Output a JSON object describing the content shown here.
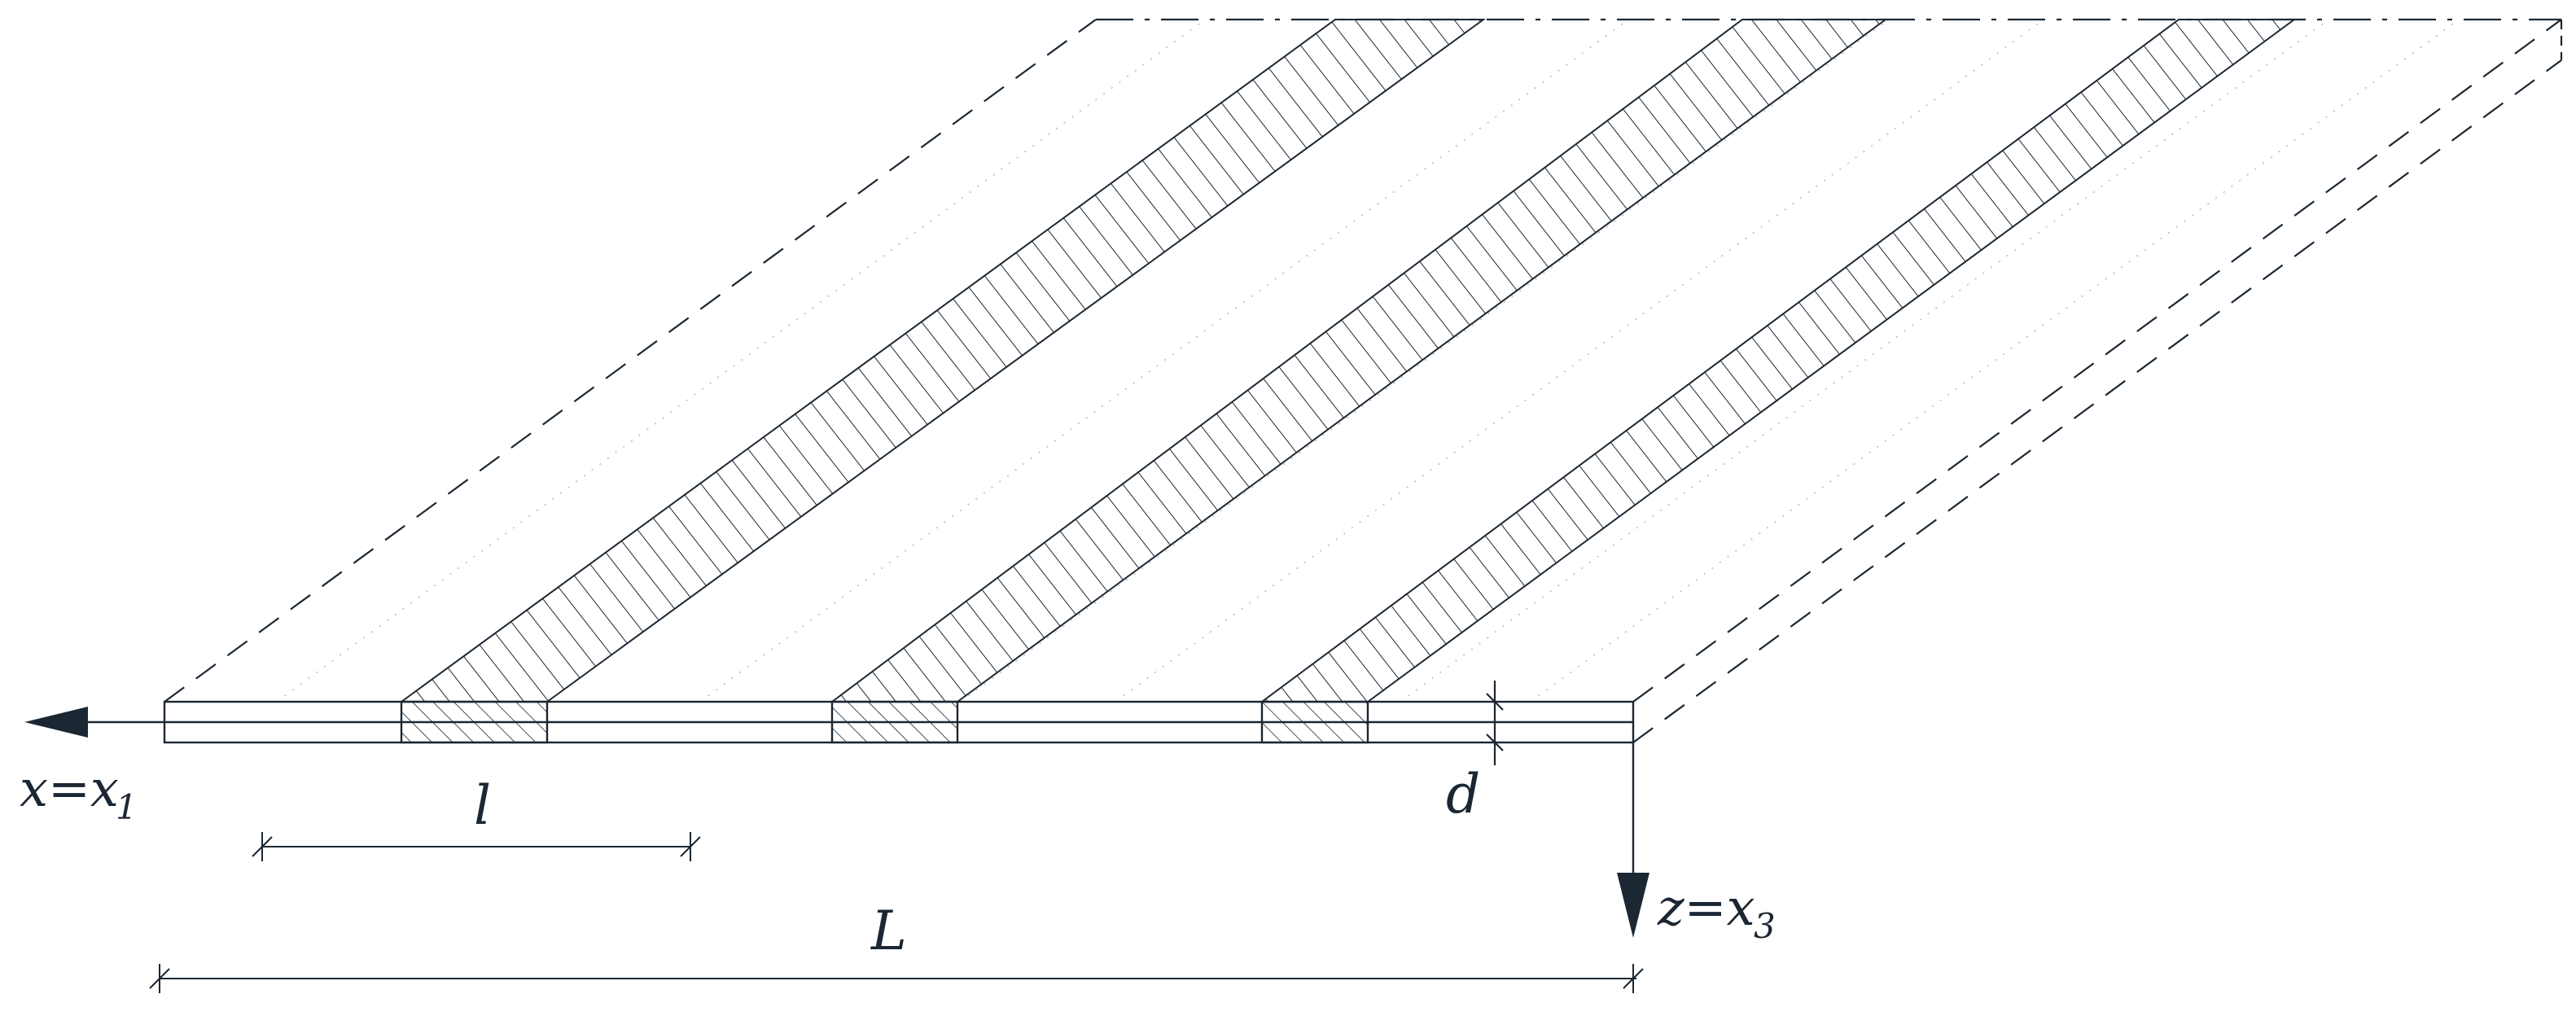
{
  "figure": {
    "labels": {
      "x_axis": "x=x",
      "x_axis_sub": "1",
      "z_axis": "z=x",
      "z_axis_sub": "3",
      "period": "l",
      "length": "L",
      "thickness": "d"
    },
    "colors": {
      "line": "#1b2733",
      "hatch": "#1b2733",
      "background": "#ffffff"
    },
    "strip_count": 3
  }
}
